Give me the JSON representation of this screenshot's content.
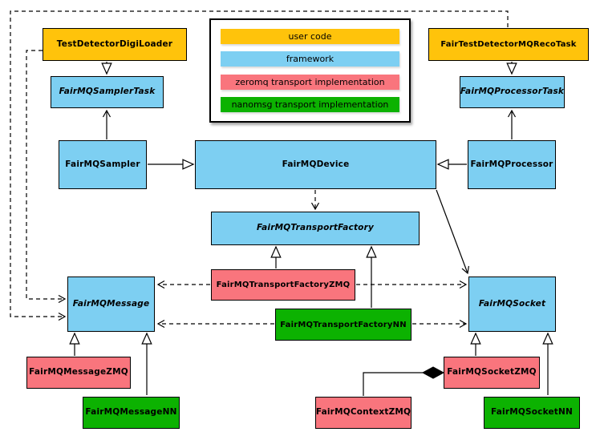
{
  "diagram_type": "uml-class-diagram",
  "colors": {
    "user_code": "#FFC30B",
    "framework": "#7DCFF2",
    "zeromq": "#F9757D",
    "nanomsg": "#0CB201",
    "line": "#000000",
    "background": "#FFFFFF"
  },
  "legend": {
    "items": [
      {
        "label": "user code",
        "color": "#FFC30B"
      },
      {
        "label": "framework",
        "color": "#7DCFF2"
      },
      {
        "label": "zeromq transport implementation",
        "color": "#F9757D"
      },
      {
        "label": "nanomsg transport implementation",
        "color": "#0CB201"
      }
    ]
  },
  "nodes": {
    "digi_loader": {
      "label": "TestDetectorDigiLoader",
      "category": "user code"
    },
    "reco_task": {
      "label": "FairTestDetectorMQRecoTask",
      "category": "user code"
    },
    "sampler_task": {
      "label": "FairMQSamplerTask",
      "category": "framework",
      "abstract": true
    },
    "processor_task": {
      "label": "FairMQProcessorTask",
      "category": "framework",
      "abstract": true
    },
    "sampler": {
      "label": "FairMQSampler",
      "category": "framework"
    },
    "device": {
      "label": "FairMQDevice",
      "category": "framework"
    },
    "processor": {
      "label": "FairMQProcessor",
      "category": "framework"
    },
    "transport_factory": {
      "label": "FairMQTransportFactory",
      "category": "framework",
      "abstract": true
    },
    "transport_factory_zmq": {
      "label": "FairMQTransportFactoryZMQ",
      "category": "zeromq"
    },
    "transport_factory_nn": {
      "label": "FairMQTransportFactoryNN",
      "category": "nanomsg"
    },
    "message": {
      "label": "FairMQMessage",
      "category": "framework",
      "abstract": true
    },
    "socket": {
      "label": "FairMQSocket",
      "category": "framework",
      "abstract": true
    },
    "message_zmq": {
      "label": "FairMQMessageZMQ",
      "category": "zeromq"
    },
    "message_nn": {
      "label": "FairMQMessageNN",
      "category": "nanomsg"
    },
    "socket_zmq": {
      "label": "FairMQSocketZMQ",
      "category": "zeromq"
    },
    "socket_nn": {
      "label": "FairMQSocketNN",
      "category": "nanomsg"
    },
    "context_zmq": {
      "label": "FairMQContextZMQ",
      "category": "zeromq"
    }
  },
  "edges": [
    {
      "from": "TestDetectorDigiLoader",
      "to": "FairMQSamplerTask",
      "type": "inheritance"
    },
    {
      "from": "FairTestDetectorMQRecoTask",
      "to": "FairMQProcessorTask",
      "type": "inheritance"
    },
    {
      "from": "FairMQSampler",
      "to": "FairMQDevice",
      "type": "inheritance"
    },
    {
      "from": "FairMQProcessor",
      "to": "FairMQDevice",
      "type": "inheritance"
    },
    {
      "from": "FairMQSampler",
      "to": "FairMQSamplerTask",
      "type": "association"
    },
    {
      "from": "FairMQProcessor",
      "to": "FairMQProcessorTask",
      "type": "association"
    },
    {
      "from": "FairMQDevice",
      "to": "FairMQTransportFactory",
      "type": "dependency"
    },
    {
      "from": "FairMQDevice",
      "to": "FairMQSocket",
      "type": "association"
    },
    {
      "from": "TestDetectorDigiLoader",
      "to": "FairMQMessage",
      "type": "dependency"
    },
    {
      "from": "FairTestDetectorMQRecoTask",
      "to": "FairMQMessage",
      "type": "dependency"
    },
    {
      "from": "FairMQTransportFactoryZMQ",
      "to": "FairMQTransportFactory",
      "type": "inheritance"
    },
    {
      "from": "FairMQTransportFactoryNN",
      "to": "FairMQTransportFactory",
      "type": "inheritance"
    },
    {
      "from": "FairMQTransportFactoryZMQ",
      "to": "FairMQMessage",
      "type": "dependency"
    },
    {
      "from": "FairMQTransportFactoryZMQ",
      "to": "FairMQSocket",
      "type": "dependency"
    },
    {
      "from": "FairMQTransportFactoryNN",
      "to": "FairMQMessage",
      "type": "dependency"
    },
    {
      "from": "FairMQTransportFactoryNN",
      "to": "FairMQSocket",
      "type": "dependency"
    },
    {
      "from": "FairMQMessageZMQ",
      "to": "FairMQMessage",
      "type": "inheritance"
    },
    {
      "from": "FairMQMessageNN",
      "to": "FairMQMessage",
      "type": "inheritance"
    },
    {
      "from": "FairMQSocketZMQ",
      "to": "FairMQSocket",
      "type": "inheritance"
    },
    {
      "from": "FairMQSocketNN",
      "to": "FairMQSocket",
      "type": "inheritance"
    },
    {
      "from": "FairMQContextZMQ",
      "to": "FairMQSocketZMQ",
      "type": "composition"
    }
  ]
}
